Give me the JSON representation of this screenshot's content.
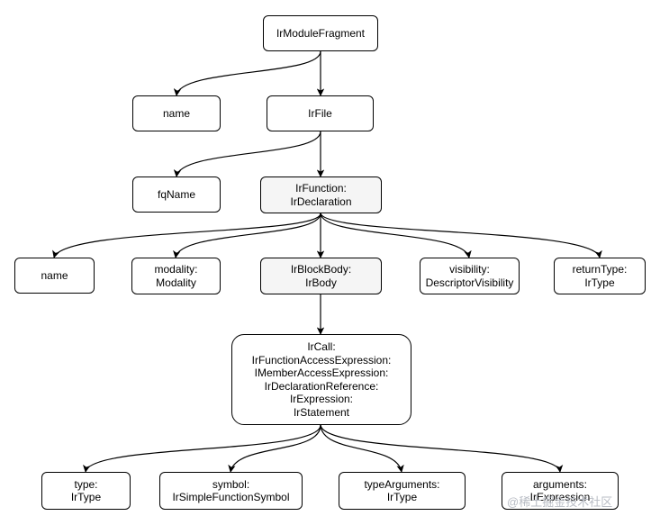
{
  "nodes": {
    "ir_module_fragment": "IrModuleFragment",
    "module_name": "name",
    "ir_file": "IrFile",
    "fq_name": "fqName",
    "ir_function": "IrFunction:\nIrDeclaration",
    "function_name": "name",
    "modality": "modality:\nModality",
    "ir_block_body": "IrBlockBody:\nIrBody",
    "visibility": "visibility:\nDescriptorVisibility",
    "return_type": "returnType:\nIrType",
    "ir_call": "IrCall:\nIrFunctionAccessExpression:\nIMemberAccessExpression:\nIrDeclarationReference:\nIrExpression:\nIrStatement",
    "call_type": "type:\nIrType",
    "symbol": "symbol:\nIrSimpleFunctionSymbol",
    "type_arguments": "typeArguments:\nIrType",
    "arguments": "arguments:\nIrExpression"
  },
  "watermark": "@稀土掘金技术社区",
  "colors": {
    "stroke": "#000000",
    "node_fill": "#ffffff",
    "node_fill_gray": "#f5f5f5",
    "watermark": "#b8bcc4"
  }
}
